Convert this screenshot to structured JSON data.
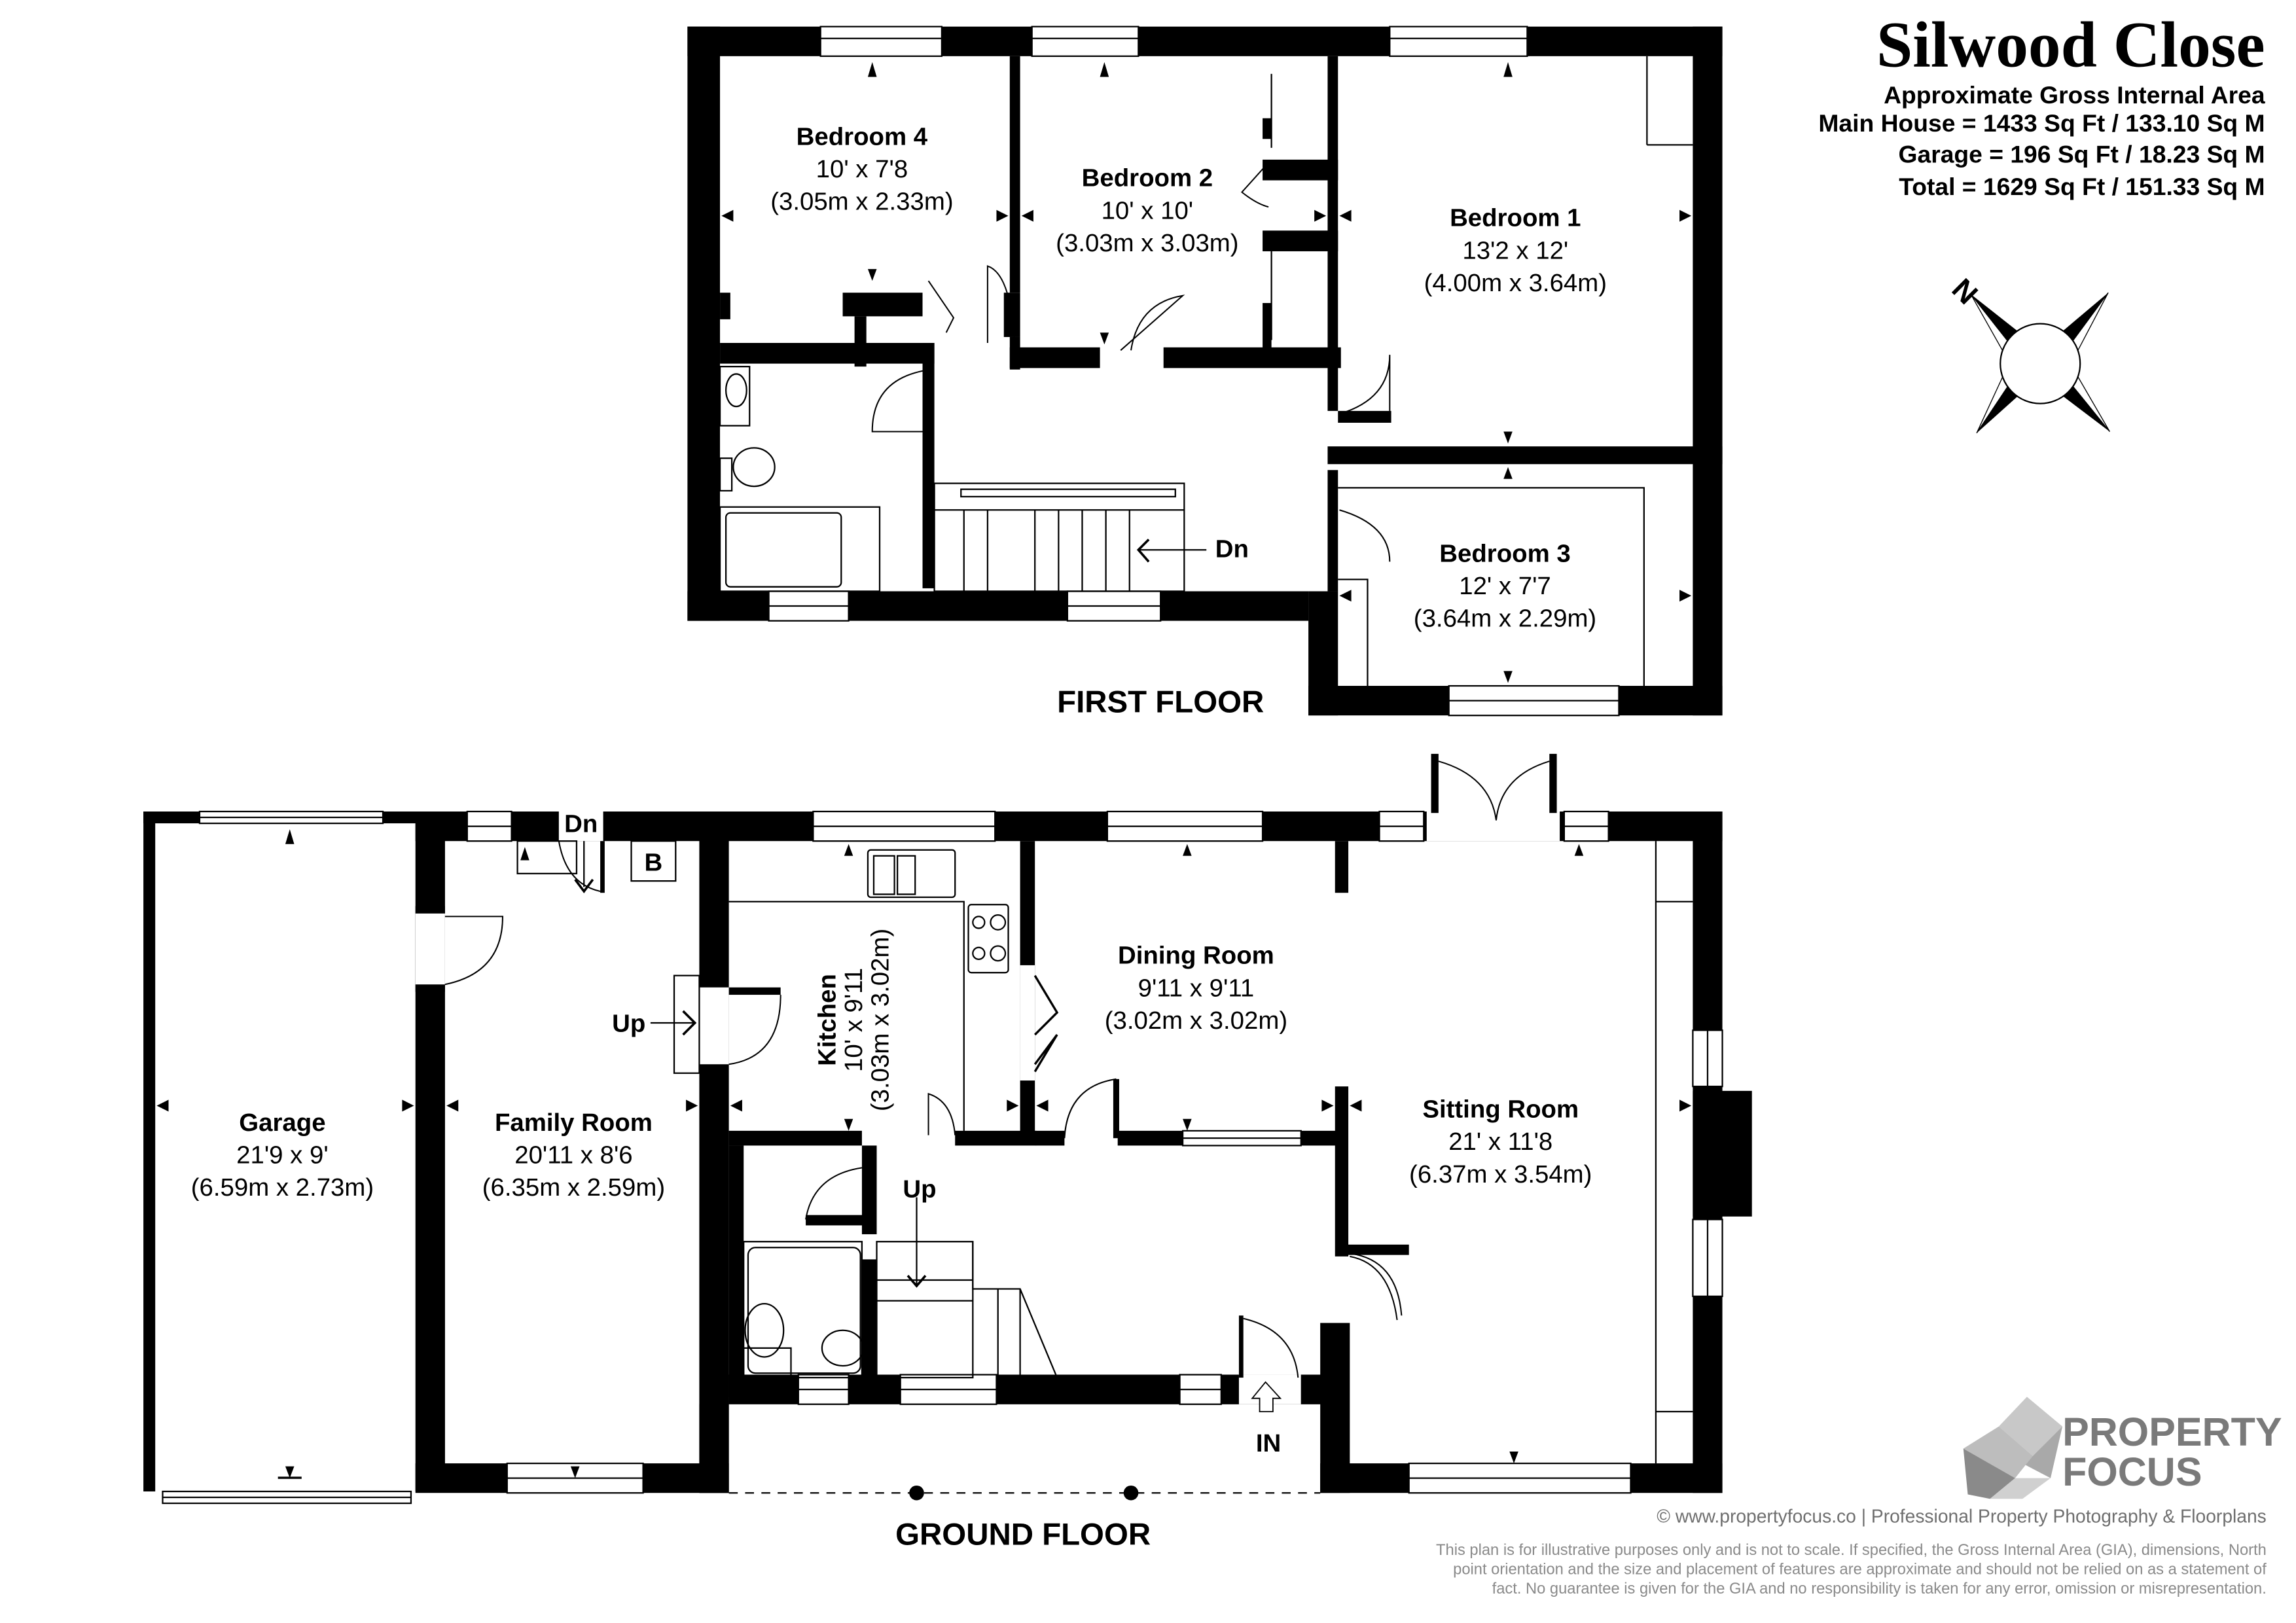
{
  "header": {
    "title": "Silwood Close",
    "subtitle": "Approximate Gross Internal Area",
    "main_house": "Main House = 1433 Sq Ft / 133.10 Sq M",
    "garage": "Garage = 196 Sq Ft / 18.23 Sq M",
    "total": "Total = 1629 Sq Ft / 151.33 Sq M"
  },
  "compass": {
    "label": "N"
  },
  "first_floor": {
    "label": "FIRST FLOOR",
    "stairs_label": "Dn",
    "rooms": [
      {
        "name": "Bedroom 4",
        "imperial": "10' x 7'8",
        "metric": "(3.05m x 2.33m)"
      },
      {
        "name": "Bedroom 2",
        "imperial": "10' x 10'",
        "metric": "(3.03m x 3.03m)"
      },
      {
        "name": "Bedroom 1",
        "imperial": "13'2 x 12'",
        "metric": "(4.00m x 3.64m)"
      },
      {
        "name": "Bedroom 3",
        "imperial": "12' x 7'7",
        "metric": "(3.64m x 2.29m)"
      }
    ]
  },
  "ground_floor": {
    "label": "GROUND FLOOR",
    "entrance_label": "IN",
    "stairs_up_label": "Up",
    "family_step_label": "Up",
    "garage_step_label": "Dn",
    "boiler_label": "B",
    "rooms": [
      {
        "name": "Garage",
        "imperial": "21'9 x 9'",
        "metric": "(6.59m x 2.73m)"
      },
      {
        "name": "Family Room",
        "imperial": "20'11 x 8'6",
        "metric": "(6.35m x 2.59m)"
      },
      {
        "name": "Kitchen",
        "imperial": "10' x 9'11",
        "metric": "(3.03m x 3.02m)"
      },
      {
        "name": "Dining Room",
        "imperial": "9'11 x 9'11",
        "metric": "(3.02m x 3.02m)"
      },
      {
        "name": "Sitting Room",
        "imperial": "21' x 11'8",
        "metric": "(6.37m x 3.54m)"
      }
    ]
  },
  "branding": {
    "line1": "PROPERTY",
    "line2": "FOCUS",
    "credit": "© www.propertyfocus.co | Professional Property Photography & Floorplans",
    "disclaimer": [
      "This plan is for illustrative purposes only and is not to scale. If specified, the Gross Internal Area (GIA), dimensions, North",
      "point orientation and the size and placement of features are approximate and should not be relied on as a statement of",
      "fact. No guarantee is given for the GIA and no responsibility is taken for any error, omission or misrepresentation."
    ],
    "colors": {
      "logo_light": "#c8c8c8",
      "logo_mid": "#a9a9a9",
      "logo_dark": "#808080",
      "text": "#7a7a7a"
    }
  }
}
